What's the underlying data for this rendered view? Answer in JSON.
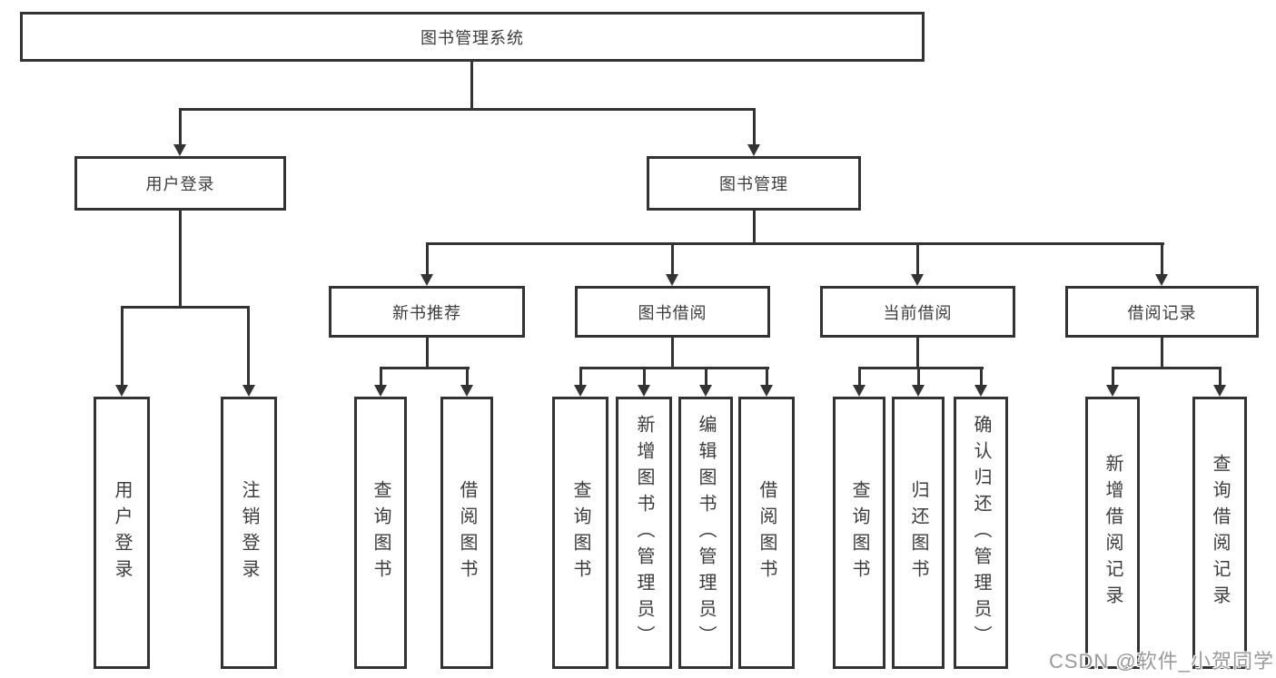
{
  "diagram": {
    "type": "hierarchy-tree",
    "title": "图书管理系统"
  },
  "colors": {
    "line": "#333333",
    "text": "#3c3c3c",
    "box_background": "#ffffff",
    "watermark": "#9a9a9a"
  },
  "nodes": {
    "root": "图书管理系统",
    "user_login": "用户登录",
    "book_mgmt": "图书管理",
    "new_book_rec": "新书推荐",
    "book_borrow": "图书借阅",
    "current_borrow": "当前借阅",
    "borrow_record": "借阅记录",
    "leaf_user_login": "用户登录",
    "leaf_logout": "注销登录",
    "leaf_nb_query": "查询图书",
    "leaf_nb_borrow": "借阅图书",
    "leaf_bb_query": "查询图书",
    "leaf_bb_add": "新增图书（管理员）",
    "leaf_bb_edit": "编辑图书（管理员）",
    "leaf_bb_borrow": "借阅图书",
    "leaf_cb_query": "查询图书",
    "leaf_cb_return": "归还图书",
    "leaf_cb_confirm": "确认归还（管理员）",
    "leaf_br_add": "新增借阅记录",
    "leaf_br_query": "查询借阅记录"
  },
  "watermark": "CSDN @软件_小贺同学"
}
